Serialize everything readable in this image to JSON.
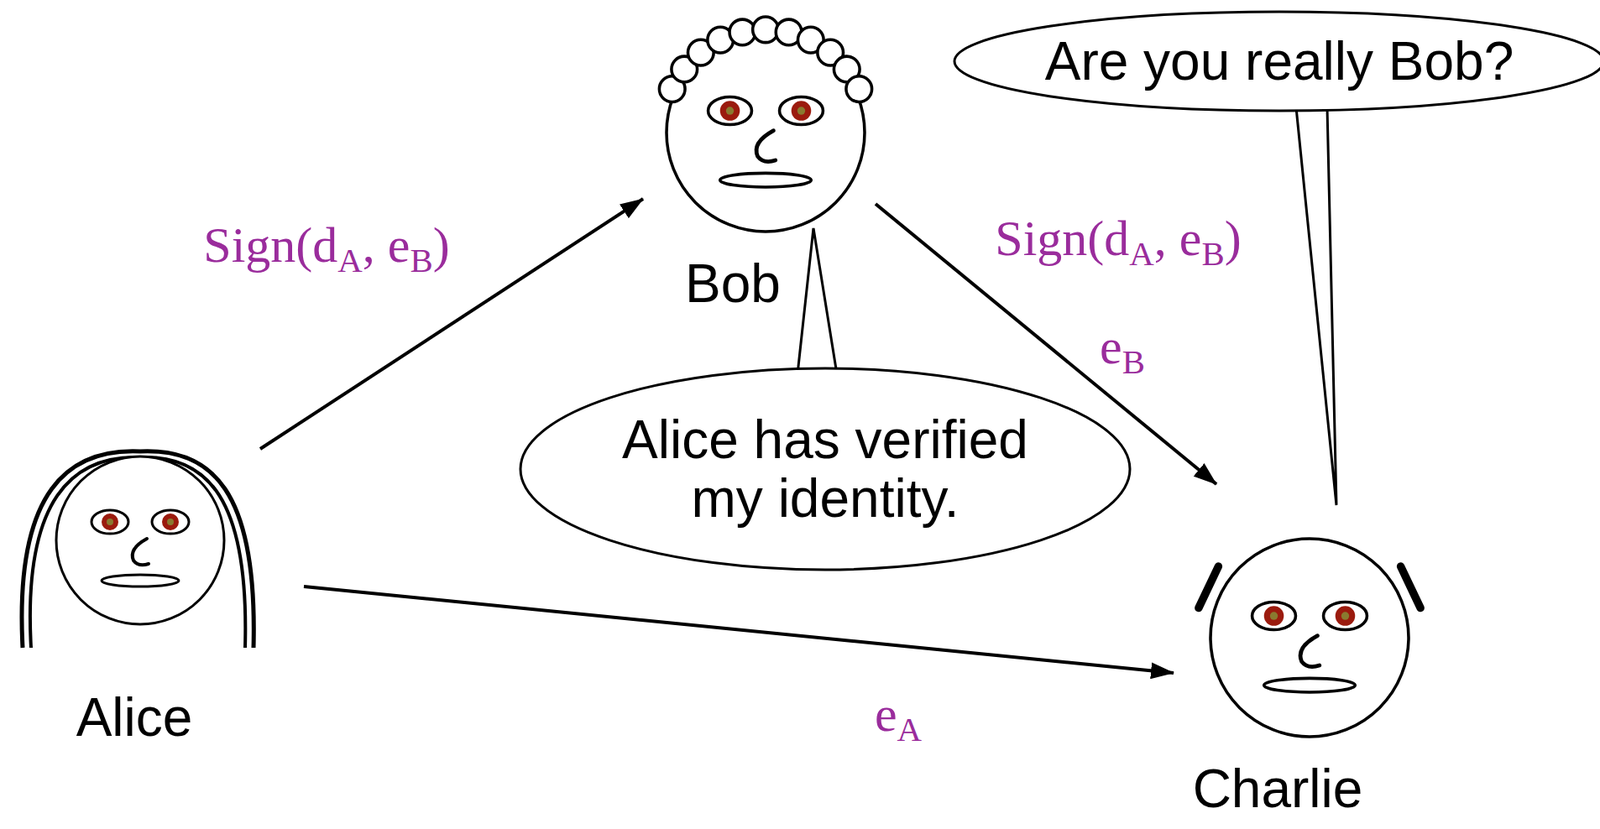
{
  "diagram": {
    "nodes": [
      {
        "text": [
          "Are you really Bob?"
        ]
      },
      {
        "text": [
          "Bob"
        ]
      },
      {
        "text": [
          "Alice has verified my identity."
        ]
      },
      {
        "text": [
          "Alice"
        ]
      },
      {
        "text": [
          "Charlie"
        ]
      }
    ],
    "edges": [
      {
        "from": 3,
        "to": 1,
        "label": "Sign(dA, eB)",
        "arrow": "to"
      },
      {
        "from": 1,
        "to": 4,
        "label": "Sign(dA, eB)",
        "arrow": "to"
      },
      {
        "from": 3,
        "to": 4,
        "label": "eA",
        "arrow": "to"
      }
    ],
    "labels": [
      "eB"
    ]
  }
}
